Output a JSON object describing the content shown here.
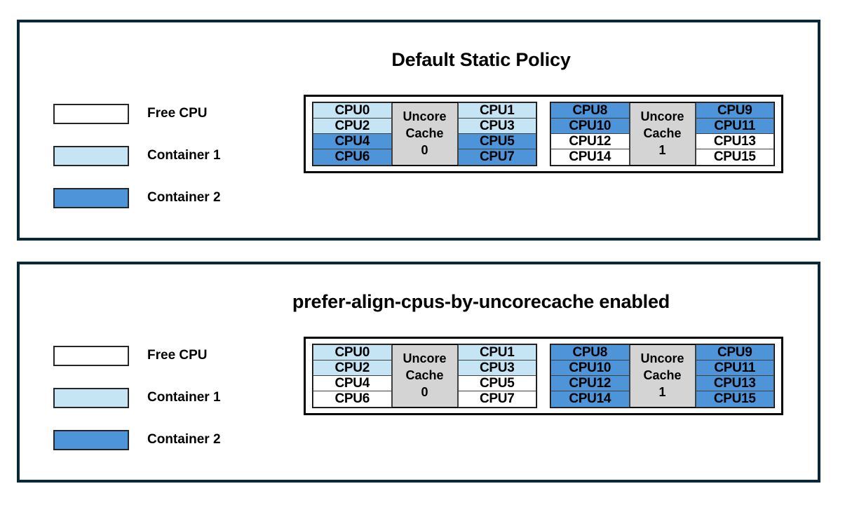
{
  "colors": {
    "free": "#ffffff",
    "container1": "#c5e5f5",
    "container2": "#4e94d8",
    "cache": "#d4d4d4",
    "panel_border": "#082739",
    "diagram_border": "#000000",
    "text": "#000000"
  },
  "panels": [
    {
      "id": "default-static-policy",
      "title": "Default Static Policy",
      "legend": [
        {
          "label": "Free CPU",
          "swatch": "free"
        },
        {
          "label": "Container 1",
          "swatch": "container1"
        },
        {
          "label": "Container 2",
          "swatch": "container2"
        }
      ],
      "cache_groups": [
        {
          "cache_label_line1": "Uncore",
          "cache_label_line2": "Cache",
          "cache_index": "0",
          "left_column": [
            {
              "label": "CPU0",
              "state": "container1"
            },
            {
              "label": "CPU2",
              "state": "container1"
            },
            {
              "label": "CPU4",
              "state": "container2"
            },
            {
              "label": "CPU6",
              "state": "container2"
            }
          ],
          "right_column": [
            {
              "label": "CPU1",
              "state": "container1"
            },
            {
              "label": "CPU3",
              "state": "container1"
            },
            {
              "label": "CPU5",
              "state": "container2"
            },
            {
              "label": "CPU7",
              "state": "container2"
            }
          ]
        },
        {
          "cache_label_line1": "Uncore",
          "cache_label_line2": "Cache",
          "cache_index": "1",
          "left_column": [
            {
              "label": "CPU8",
              "state": "container2"
            },
            {
              "label": "CPU10",
              "state": "container2"
            },
            {
              "label": "CPU12",
              "state": "free"
            },
            {
              "label": "CPU14",
              "state": "free"
            }
          ],
          "right_column": [
            {
              "label": "CPU9",
              "state": "container2"
            },
            {
              "label": "CPU11",
              "state": "container2"
            },
            {
              "label": "CPU13",
              "state": "free"
            },
            {
              "label": "CPU15",
              "state": "free"
            }
          ]
        }
      ]
    },
    {
      "id": "prefer-align-cpus-by-uncorecache-enabled",
      "title": "prefer-align-cpus-by-uncorecache enabled",
      "legend": [
        {
          "label": "Free CPU",
          "swatch": "free"
        },
        {
          "label": "Container 1",
          "swatch": "container1"
        },
        {
          "label": "Container 2",
          "swatch": "container2"
        }
      ],
      "cache_groups": [
        {
          "cache_label_line1": "Uncore",
          "cache_label_line2": "Cache",
          "cache_index": "0",
          "left_column": [
            {
              "label": "CPU0",
              "state": "container1"
            },
            {
              "label": "CPU2",
              "state": "container1"
            },
            {
              "label": "CPU4",
              "state": "free"
            },
            {
              "label": "CPU6",
              "state": "free"
            }
          ],
          "right_column": [
            {
              "label": "CPU1",
              "state": "container1"
            },
            {
              "label": "CPU3",
              "state": "container1"
            },
            {
              "label": "CPU5",
              "state": "free"
            },
            {
              "label": "CPU7",
              "state": "free"
            }
          ]
        },
        {
          "cache_label_line1": "Uncore",
          "cache_label_line2": "Cache",
          "cache_index": "1",
          "left_column": [
            {
              "label": "CPU8",
              "state": "container2"
            },
            {
              "label": "CPU10",
              "state": "container2"
            },
            {
              "label": "CPU12",
              "state": "container2"
            },
            {
              "label": "CPU14",
              "state": "container2"
            }
          ],
          "right_column": [
            {
              "label": "CPU9",
              "state": "container2"
            },
            {
              "label": "CPU11",
              "state": "container2"
            },
            {
              "label": "CPU13",
              "state": "container2"
            },
            {
              "label": "CPU15",
              "state": "container2"
            }
          ]
        }
      ]
    }
  ]
}
